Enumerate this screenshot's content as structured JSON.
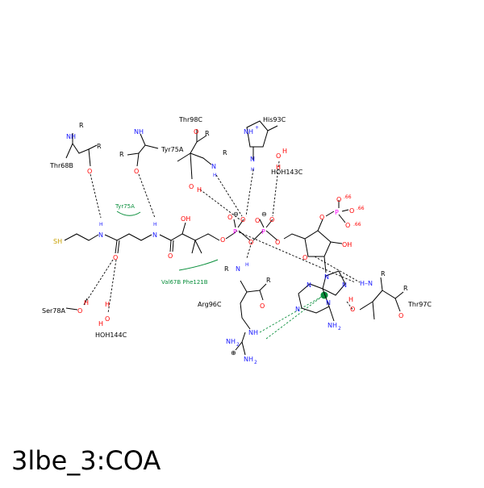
{
  "title": "3lbe_3:COA",
  "residues": {
    "thr68b": "Thr68B",
    "tyr75a_top": "Tyr75A",
    "thr98c": "Thr98C",
    "his93c": "His93C",
    "hoh143c": "HOH143C",
    "ser78a": "Ser78A",
    "hoh144c": "HOH144C",
    "arg96c": "Arg96C",
    "thr97c": "Thr97C"
  },
  "hydrophobic_labels": {
    "tyr75a": "Tyr75A",
    "val67b_phe121b": "Val67B Phe121B"
  },
  "charges": {
    "o1": ".66",
    "o2": ".66",
    "o3": ".66"
  },
  "colors": {
    "nitrogen": "#1a1aff",
    "oxygen": "#ff0000",
    "sulfur": "#c8a000",
    "phosphorus": "#ff00ff",
    "hydrophobic": "#0a8f3c"
  }
}
